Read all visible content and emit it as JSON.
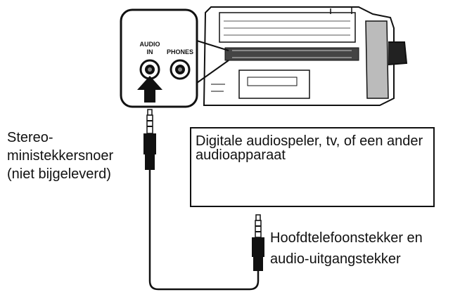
{
  "jack_panel": {
    "audio_in_line1": "AUDIO",
    "audio_in_line2": "IN",
    "phones": "PHONES"
  },
  "labels": {
    "cord": [
      "Stereo-",
      "ministekkersnoer",
      "(niet bijgeleverd)"
    ],
    "device": "Digitale audiospeler, tv, of een ander audioapparaat",
    "plug": [
      "Hoofdtelefoonstekker en",
      "audio-uitgangstekker"
    ]
  }
}
